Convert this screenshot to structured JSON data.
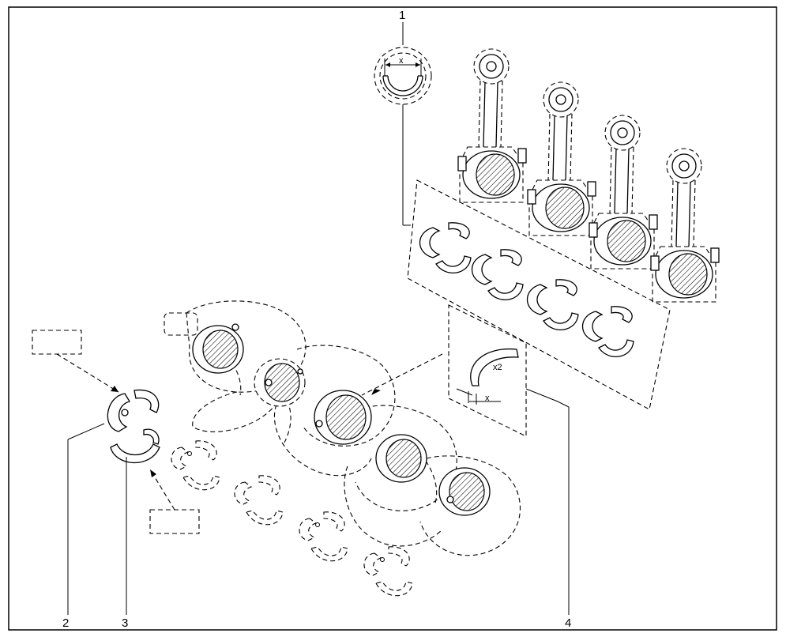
{
  "diagram": {
    "callouts": {
      "c1": "1",
      "c2": "2",
      "c3": "3",
      "c4": "4"
    },
    "dimensions": {
      "width_mark": "x",
      "thrust_mark": "x",
      "quantity_mark": "x2"
    }
  }
}
